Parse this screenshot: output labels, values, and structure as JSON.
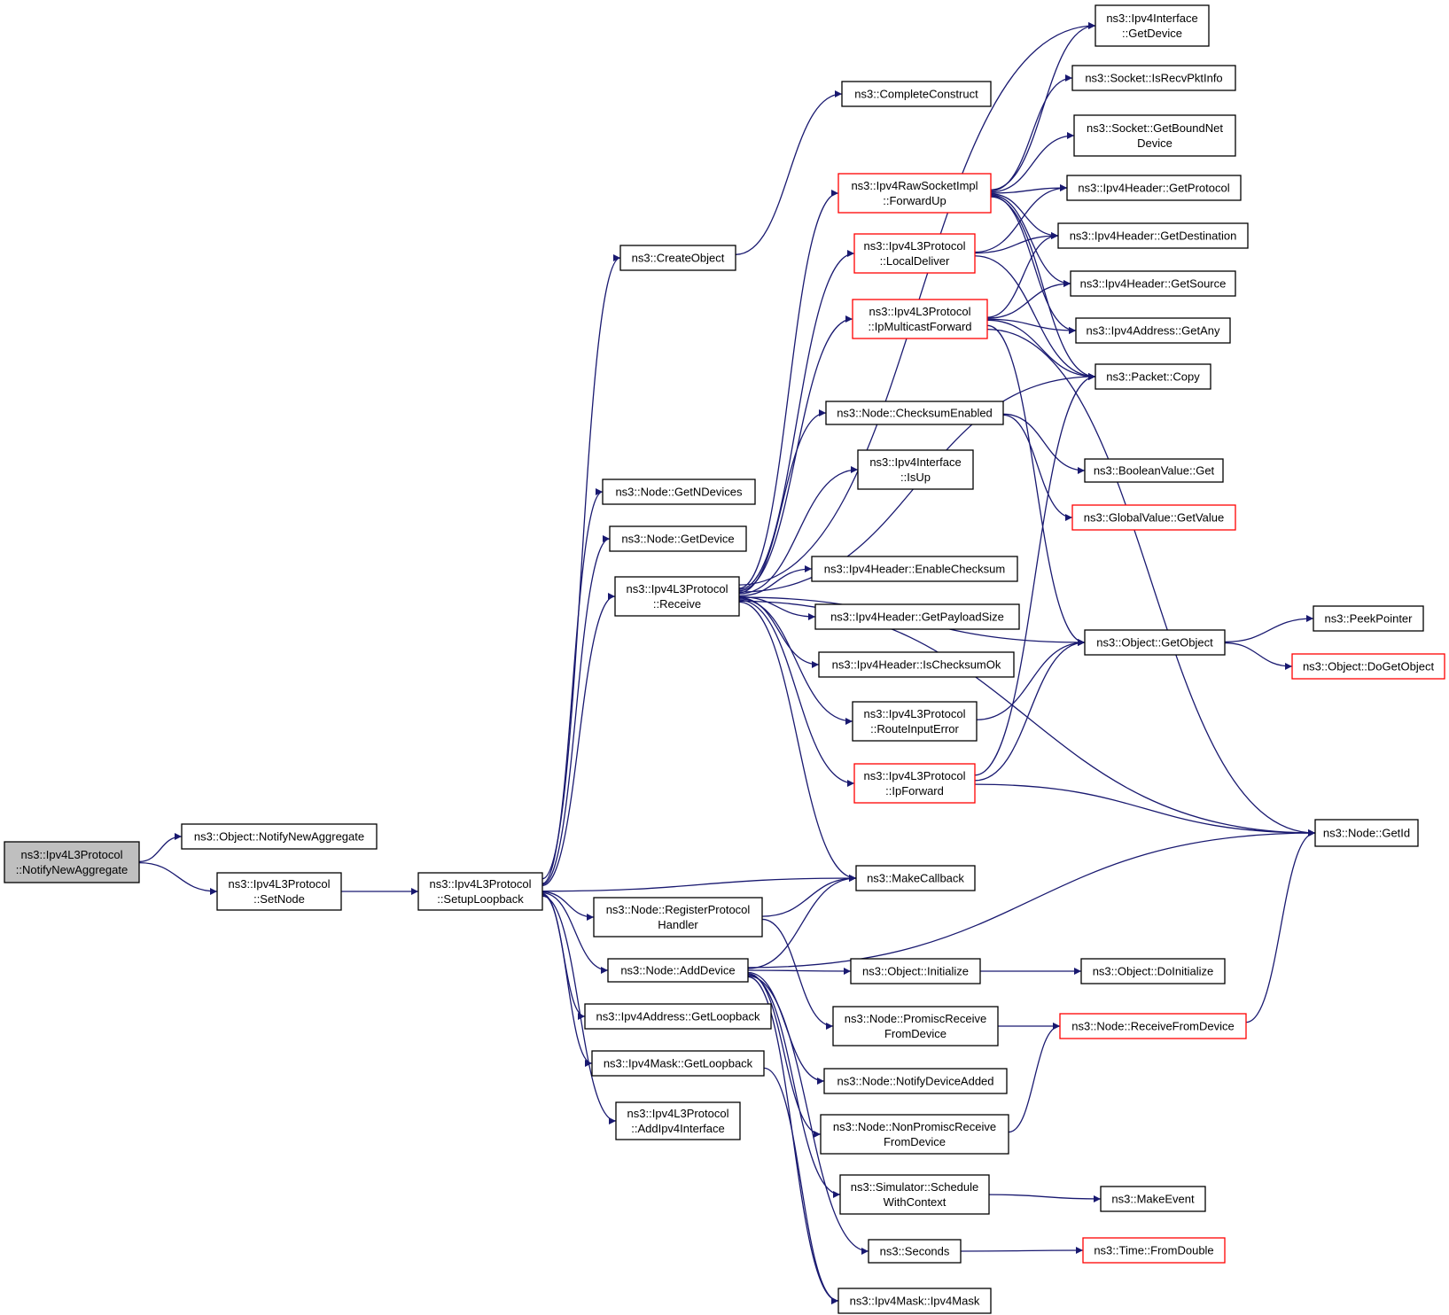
{
  "diagram": {
    "type": "call-graph",
    "colors": {
      "edge": "#191970",
      "root_fill": "#bfbfbf",
      "truncated_border": "#ff0000",
      "node_border": "#000000"
    },
    "nodes": [
      {
        "id": "root",
        "lines": [
          "ns3::Ipv4L3Protocol",
          "::NotifyNewAggregate"
        ],
        "style": "root"
      },
      {
        "id": "obj_notify",
        "lines": [
          "ns3::Object::NotifyNewAggregate"
        ]
      },
      {
        "id": "setnode",
        "lines": [
          "ns3::Ipv4L3Protocol",
          "::SetNode"
        ]
      },
      {
        "id": "setuploop",
        "lines": [
          "ns3::Ipv4L3Protocol",
          "::SetupLoopback"
        ]
      },
      {
        "id": "createobj",
        "lines": [
          "ns3::CreateObject"
        ]
      },
      {
        "id": "complete",
        "lines": [
          "ns3::CompleteConstruct"
        ]
      },
      {
        "id": "getndev",
        "lines": [
          "ns3::Node::GetNDevices"
        ]
      },
      {
        "id": "getdev",
        "lines": [
          "ns3::Node::GetDevice"
        ]
      },
      {
        "id": "receive",
        "lines": [
          "ns3::Ipv4L3Protocol",
          "::Receive"
        ]
      },
      {
        "id": "regproto",
        "lines": [
          "ns3::Node::RegisterProtocol",
          "Handler"
        ]
      },
      {
        "id": "adddev",
        "lines": [
          "ns3::Node::AddDevice"
        ]
      },
      {
        "id": "addrloop",
        "lines": [
          "ns3::Ipv4Address::GetLoopback"
        ]
      },
      {
        "id": "maskloop",
        "lines": [
          "ns3::Ipv4Mask::GetLoopback"
        ]
      },
      {
        "id": "addiface",
        "lines": [
          "ns3::Ipv4L3Protocol",
          "::AddIpv4Interface"
        ]
      },
      {
        "id": "rawfwd",
        "lines": [
          "ns3::Ipv4RawSocketImpl",
          "::ForwardUp"
        ],
        "style": "truncated"
      },
      {
        "id": "localdel",
        "lines": [
          "ns3::Ipv4L3Protocol",
          "::LocalDeliver"
        ],
        "style": "truncated"
      },
      {
        "id": "ipmcast",
        "lines": [
          "ns3::Ipv4L3Protocol",
          "::IpMulticastForward"
        ],
        "style": "truncated"
      },
      {
        "id": "cksumen",
        "lines": [
          "ns3::Node::ChecksumEnabled"
        ]
      },
      {
        "id": "ifaceup",
        "lines": [
          "ns3::Ipv4Interface",
          "::IsUp"
        ]
      },
      {
        "id": "enablecks",
        "lines": [
          "ns3::Ipv4Header::EnableChecksum"
        ]
      },
      {
        "id": "payload",
        "lines": [
          "ns3::Ipv4Header::GetPayloadSize"
        ]
      },
      {
        "id": "isckok",
        "lines": [
          "ns3::Ipv4Header::IsChecksumOk"
        ]
      },
      {
        "id": "routeerr",
        "lines": [
          "ns3::Ipv4L3Protocol",
          "::RouteInputError"
        ]
      },
      {
        "id": "ipfwd",
        "lines": [
          "ns3::Ipv4L3Protocol",
          "::IpForward"
        ],
        "style": "truncated"
      },
      {
        "id": "makecb",
        "lines": [
          "ns3::MakeCallback"
        ]
      },
      {
        "id": "objinit",
        "lines": [
          "ns3::Object::Initialize"
        ]
      },
      {
        "id": "promisc",
        "lines": [
          "ns3::Node::PromiscReceive",
          "FromDevice"
        ]
      },
      {
        "id": "notifydev",
        "lines": [
          "ns3::Node::NotifyDeviceAdded"
        ]
      },
      {
        "id": "nonpromisc",
        "lines": [
          "ns3::Node::NonPromiscReceive",
          "FromDevice"
        ]
      },
      {
        "id": "schedctx",
        "lines": [
          "ns3::Simulator::Schedule",
          "WithContext"
        ]
      },
      {
        "id": "seconds",
        "lines": [
          "ns3::Seconds"
        ]
      },
      {
        "id": "maskctor",
        "lines": [
          "ns3::Ipv4Mask::Ipv4Mask"
        ]
      },
      {
        "id": "ifgetdev",
        "lines": [
          "ns3::Ipv4Interface",
          "::GetDevice"
        ]
      },
      {
        "id": "recvpkt",
        "lines": [
          "ns3::Socket::IsRecvPktInfo"
        ]
      },
      {
        "id": "boundnet",
        "lines": [
          "ns3::Socket::GetBoundNet",
          "Device"
        ]
      },
      {
        "id": "getproto",
        "lines": [
          "ns3::Ipv4Header::GetProtocol"
        ]
      },
      {
        "id": "getdest",
        "lines": [
          "ns3::Ipv4Header::GetDestination"
        ]
      },
      {
        "id": "getsrc",
        "lines": [
          "ns3::Ipv4Header::GetSource"
        ]
      },
      {
        "id": "getany",
        "lines": [
          "ns3::Ipv4Address::GetAny"
        ]
      },
      {
        "id": "pktcopy",
        "lines": [
          "ns3::Packet::Copy"
        ]
      },
      {
        "id": "boolget",
        "lines": [
          "ns3::BooleanValue::Get"
        ]
      },
      {
        "id": "globval",
        "lines": [
          "ns3::GlobalValue::GetValue"
        ],
        "style": "truncated"
      },
      {
        "id": "getobj",
        "lines": [
          "ns3::Object::GetObject"
        ]
      },
      {
        "id": "doinit",
        "lines": [
          "ns3::Object::DoInitialize"
        ]
      },
      {
        "id": "recvfromdev",
        "lines": [
          "ns3::Node::ReceiveFromDevice"
        ],
        "style": "truncated"
      },
      {
        "id": "makeevent",
        "lines": [
          "ns3::MakeEvent"
        ]
      },
      {
        "id": "fromdouble",
        "lines": [
          "ns3::Time::FromDouble"
        ],
        "style": "truncated"
      },
      {
        "id": "peekptr",
        "lines": [
          "ns3::PeekPointer"
        ]
      },
      {
        "id": "dogetobj",
        "lines": [
          "ns3::Object::DoGetObject"
        ],
        "style": "truncated"
      },
      {
        "id": "getid",
        "lines": [
          "ns3::Node::GetId"
        ]
      }
    ]
  }
}
